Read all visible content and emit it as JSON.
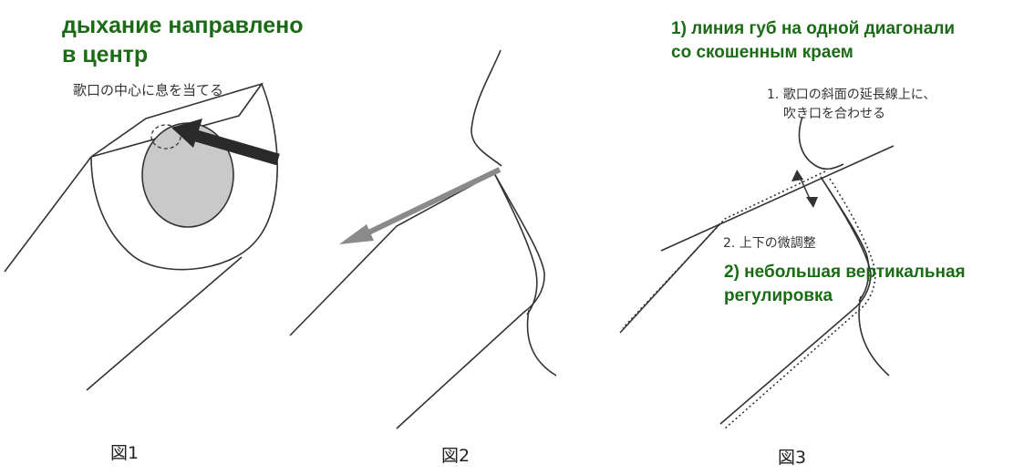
{
  "figure1": {
    "green_title_line1": "дыхание направлено",
    "green_title_line2": "в центр",
    "japanese_note": "歌口の中心に息を当てる",
    "caption": "図1"
  },
  "figure2": {
    "caption": "図2"
  },
  "figure3": {
    "green_label1_line1": "1) линия губ на одной диагонали",
    "green_label1_line2": "со скошенным краем",
    "japanese_note1_line1": "1. 歌口の斜面の延長線上に、",
    "japanese_note1_line2": "吹き口を合わせる",
    "japanese_note2": "2. 上下の微調整",
    "green_label2_line1": "2) небольшая вертикальная",
    "green_label2_line2": "регулировка",
    "caption": "図3"
  },
  "colors": {
    "label_green": "#1b6b16",
    "fill_gray": "#c9c9c9",
    "arrow_dark": "#2a2a2a",
    "arrow_gray": "#8a8a8a",
    "line": "#333333"
  }
}
